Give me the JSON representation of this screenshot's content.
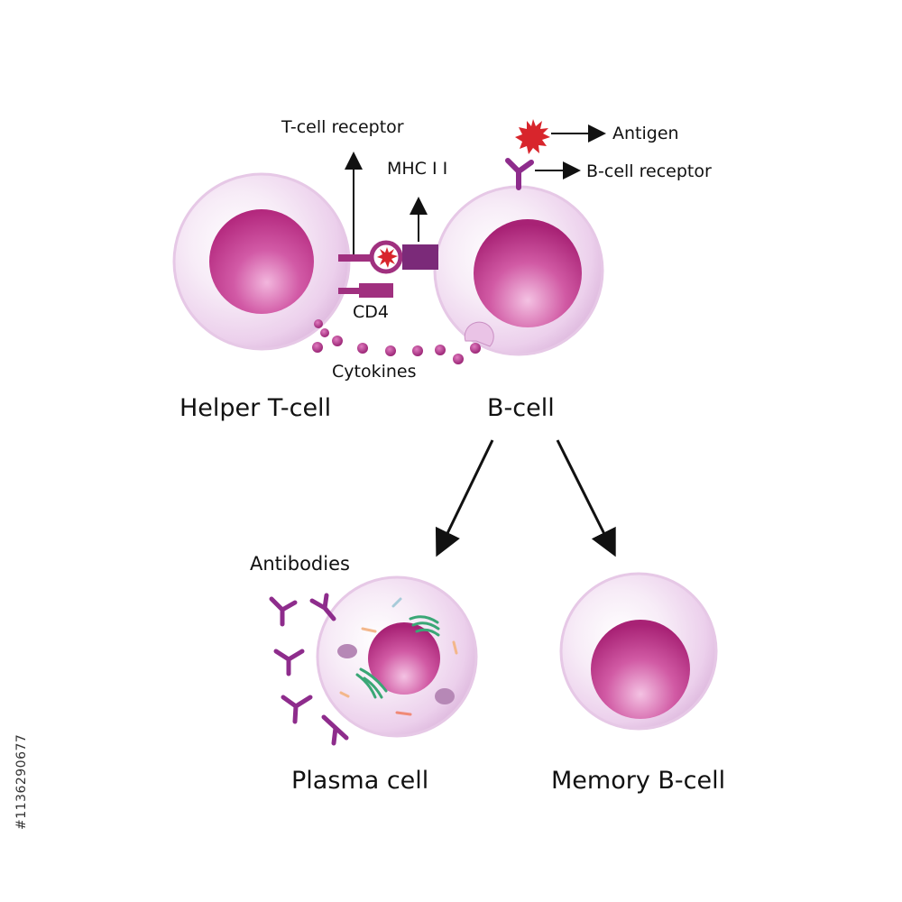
{
  "labels": {
    "t_cell_receptor": "T-cell receptor",
    "mhc": "MHC I I",
    "antigen": "Antigen",
    "b_cell_receptor": "B-cell receptor",
    "cd4": "CD4",
    "cytokines": "Cytokines",
    "helper_t_cell": "Helper T-cell",
    "b_cell": "B-cell",
    "antibodies": "Antibodies",
    "plasma_cell": "Plasma cell",
    "memory_b_cell": "Memory B-cell"
  },
  "stock_id": "#1136290677",
  "colors": {
    "cell_outer": "#f1def1",
    "cell_edge": "#e3c3e3",
    "nucleus": "#c9358f",
    "nucleus_light": "#ea9fd0",
    "receptor": "#a0307f",
    "mhc": "#7b2a79",
    "antigen": "#d8252c",
    "cytokine": "#a73282",
    "antibody": "#8e2c8c",
    "golgi": "#3aa776",
    "arrow": "#111111"
  }
}
